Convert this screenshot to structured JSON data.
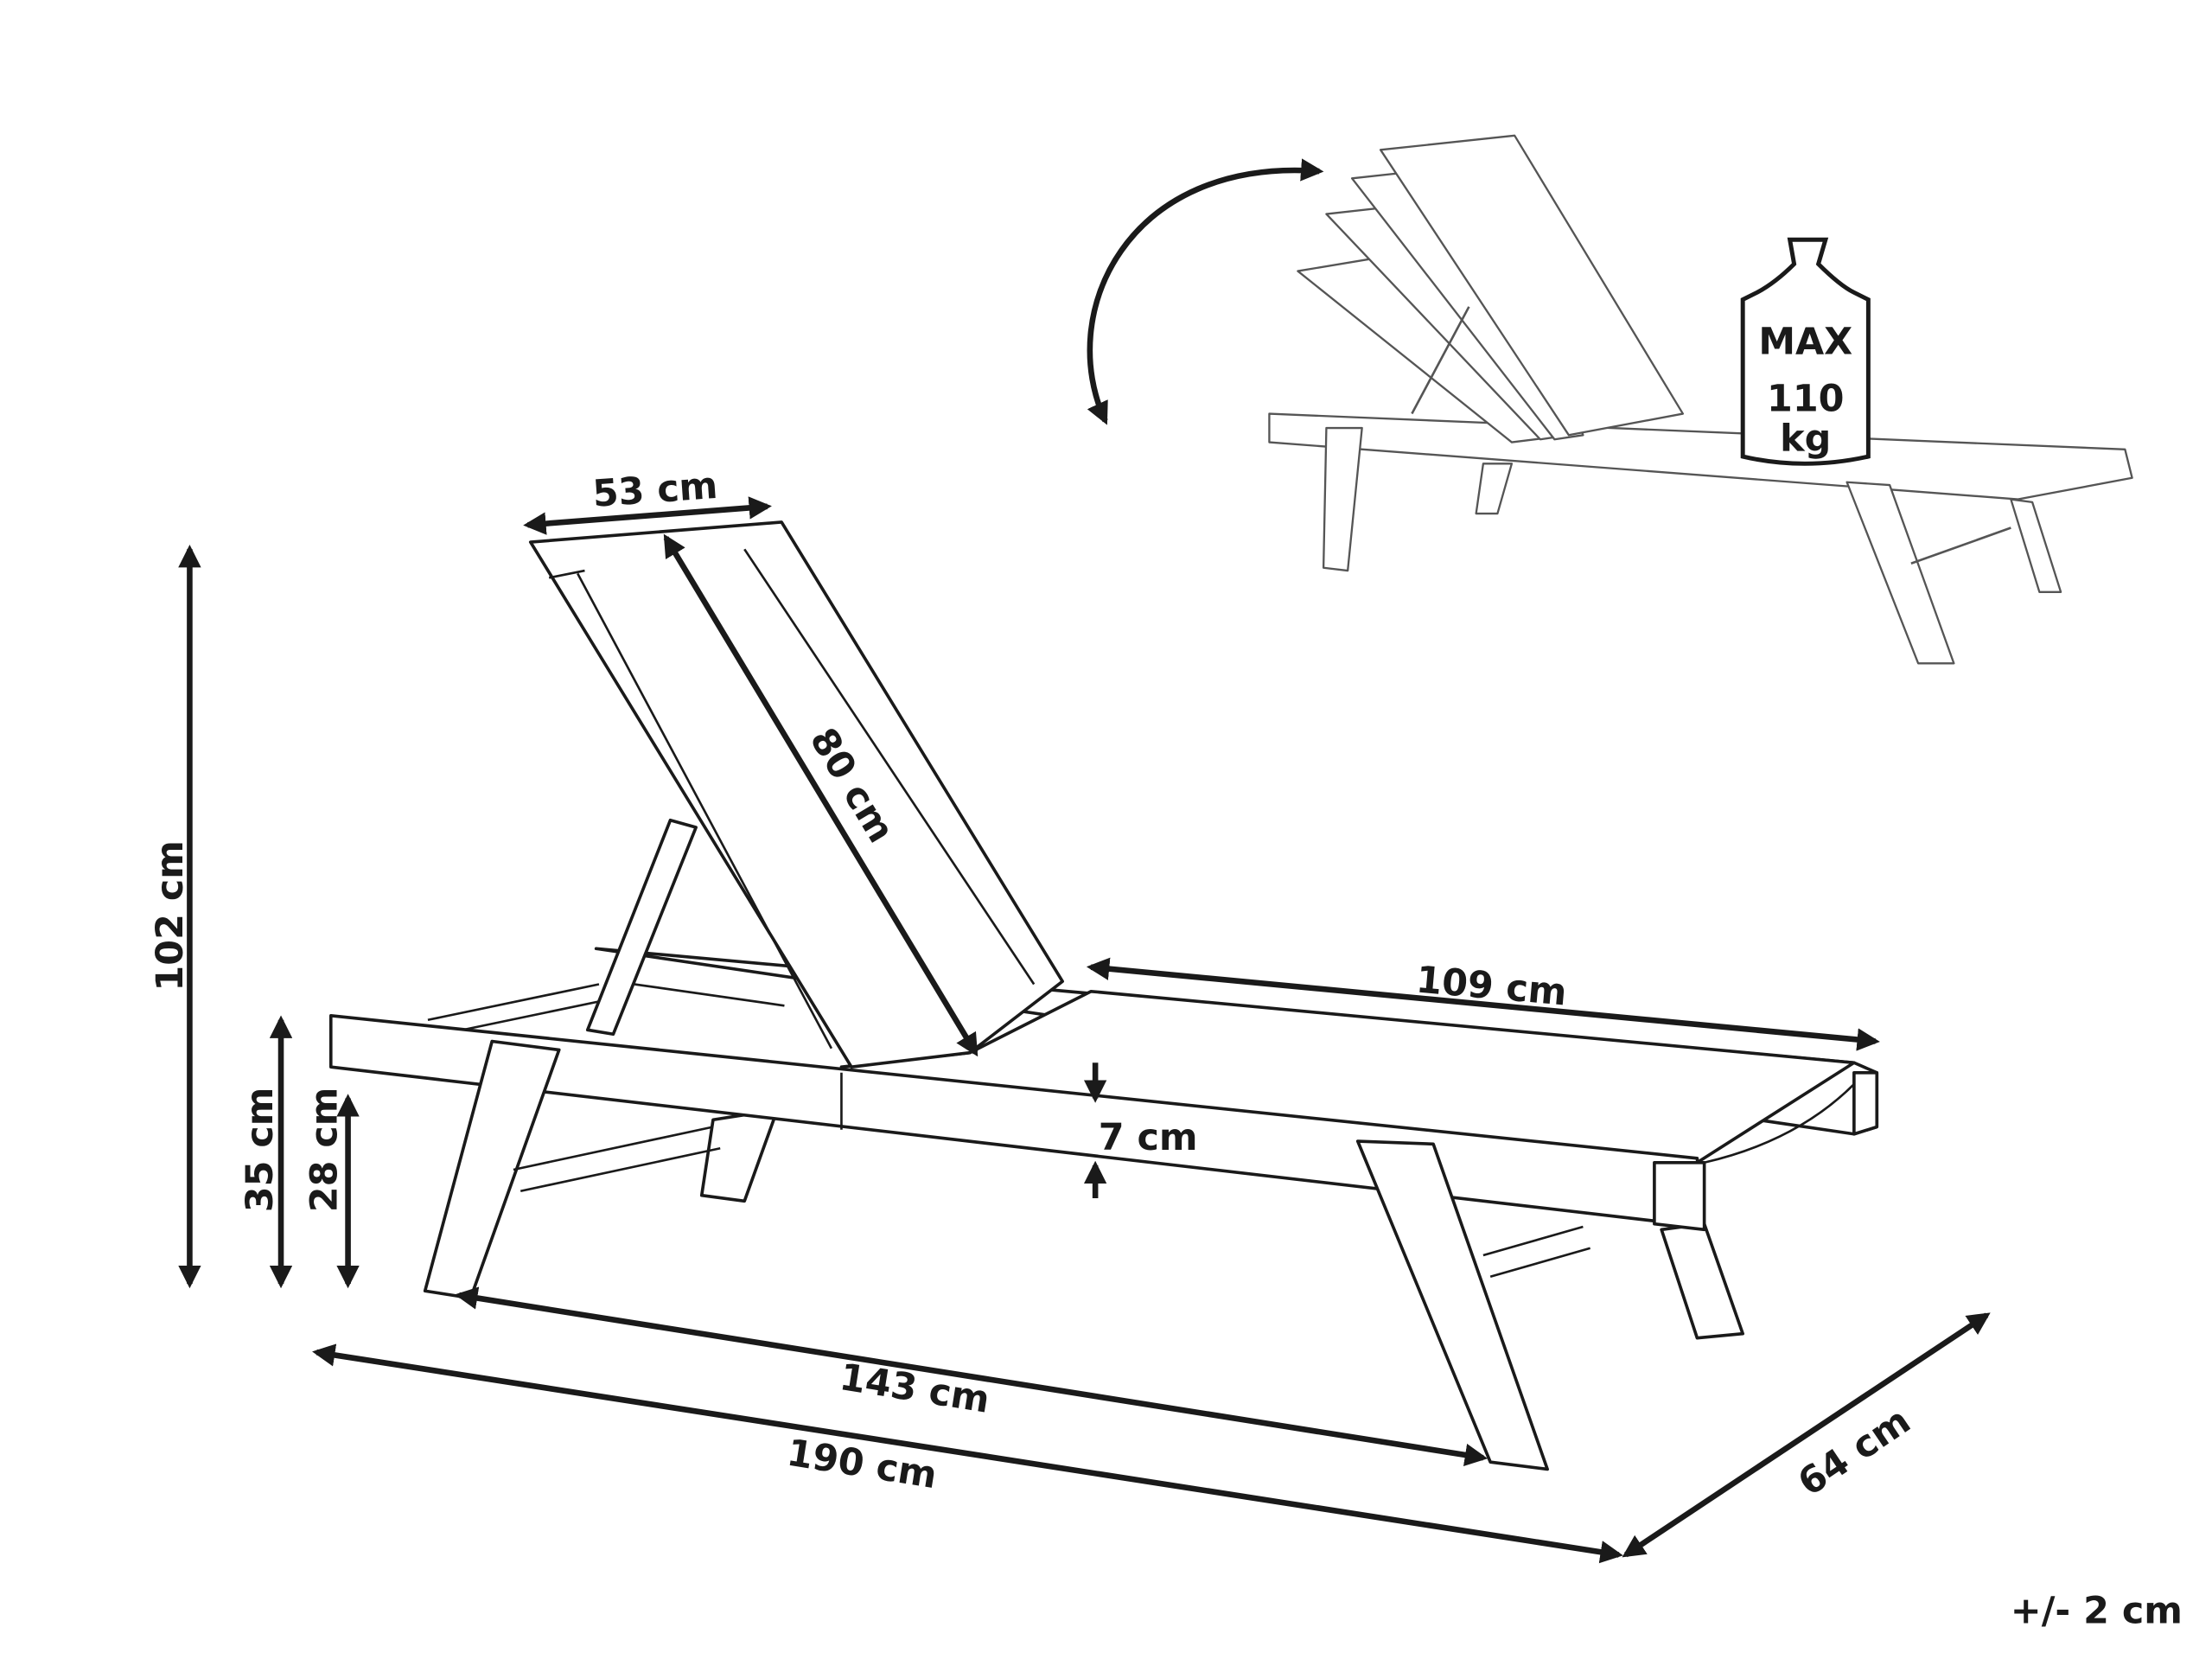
{
  "dimensions": {
    "backrest_width": "53 cm",
    "backrest_length": "80 cm",
    "total_height": "102 cm",
    "seat_height": "35 cm",
    "frame_height": "28 cm",
    "seat_length": "109 cm",
    "seat_thickness": "7 cm",
    "leg_span": "143 cm",
    "total_length": "190 cm",
    "total_width": "64 cm"
  },
  "tolerance": "+/- 2 cm",
  "max_load": {
    "line1": "MAX",
    "line2": "110",
    "line3": "kg"
  },
  "colors": {
    "ink": "#1a1a1a",
    "background": "#ffffff"
  }
}
